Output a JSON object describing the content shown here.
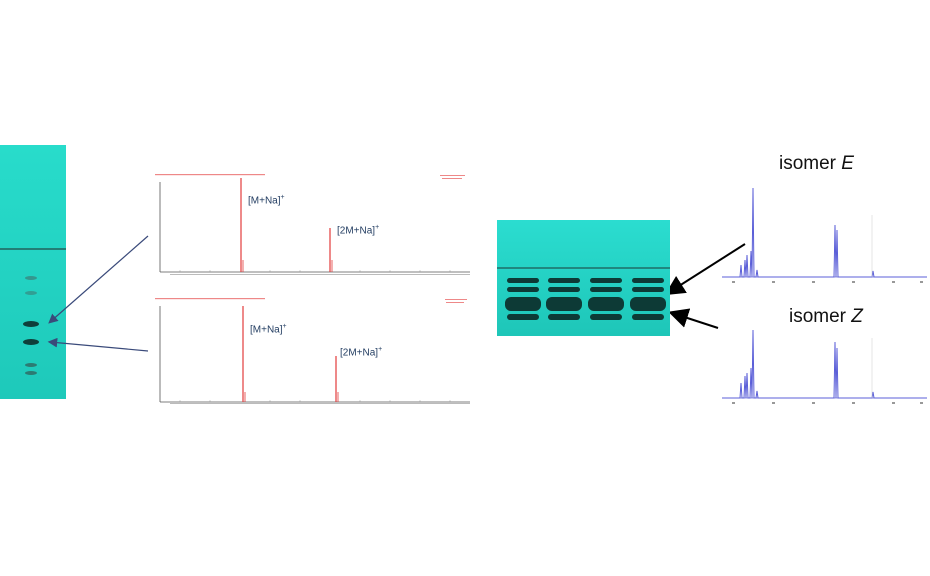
{
  "ms_spectra": [
    {
      "label_monomer": "[M+Na]",
      "label_dimer": "[2M+Na]",
      "charge": "+",
      "title": "Spectrum 1"
    },
    {
      "label_monomer": "[M+Na]",
      "label_dimer": "[2M+Na]",
      "charge": "+",
      "title": "Spectrum 2"
    }
  ],
  "nmr": {
    "isomer_prefix": "isomer",
    "isomer_e": "E",
    "isomer_z": "Z"
  },
  "colors": {
    "tlc_plate": "#22d3c4",
    "tlc_band": "#0f3f3a",
    "ms_peak": "#e23b3b",
    "nmr_trace": "#5b5fd8",
    "arrow_left": "#3a4a7a",
    "arrow_right": "#000000"
  }
}
